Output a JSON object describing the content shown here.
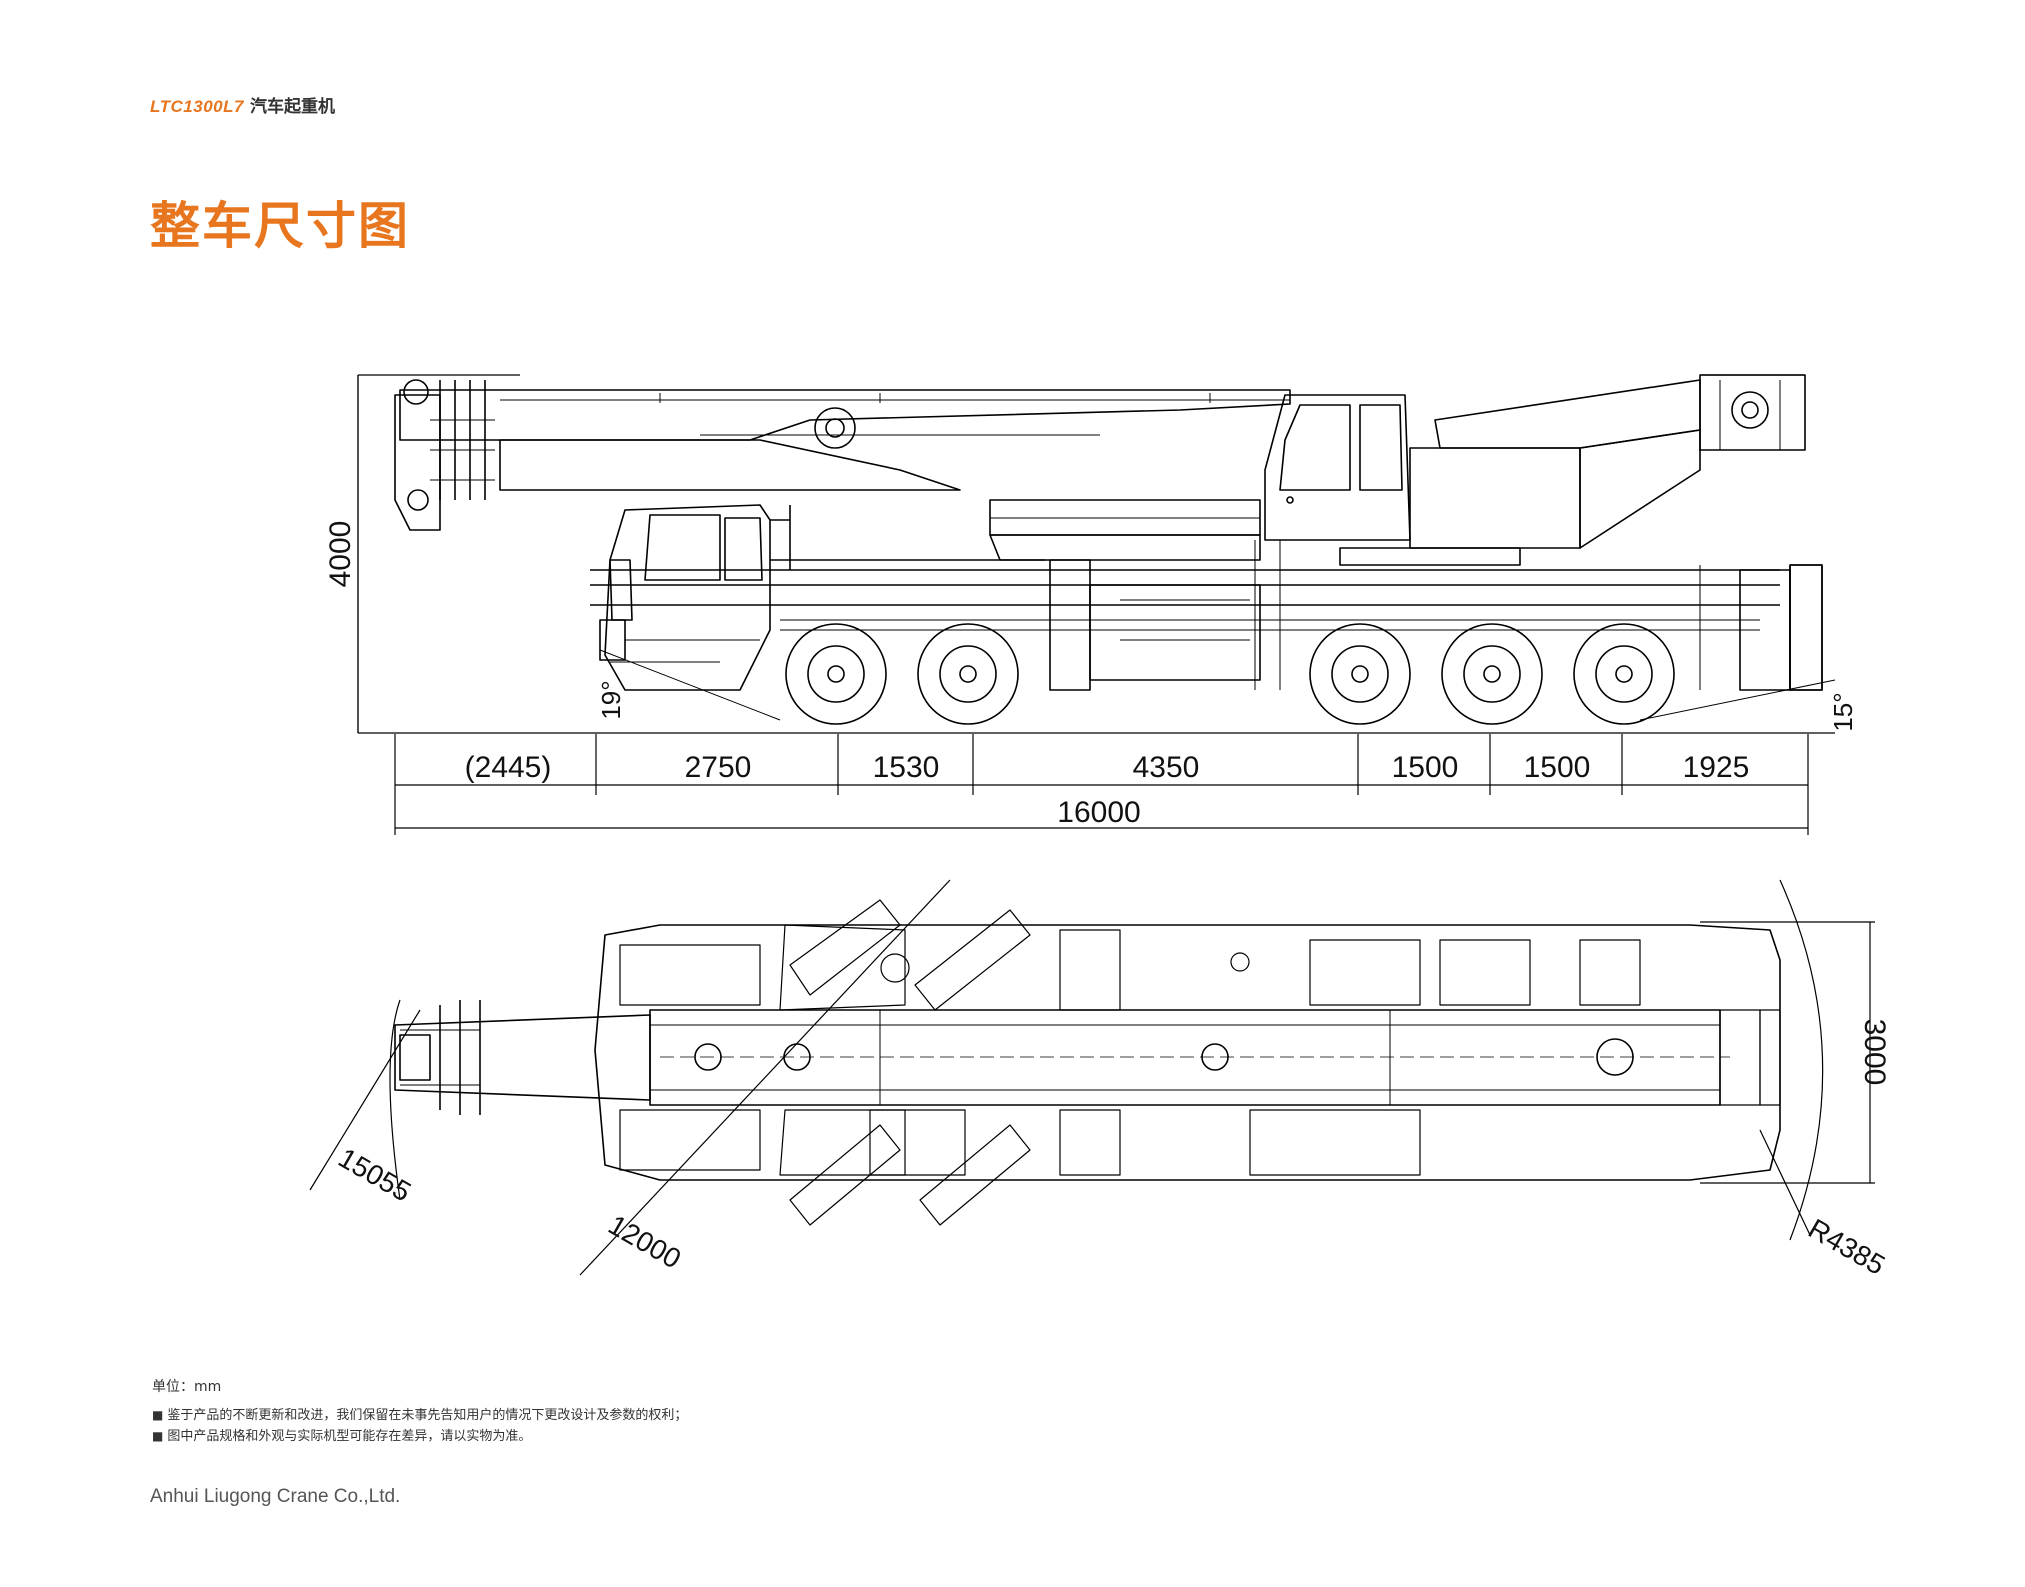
{
  "header": {
    "model": "LTC1300L7",
    "name": "汽车起重机"
  },
  "title": "整车尺寸图",
  "side_view": {
    "height_label": "4000",
    "approach_angle": "19°",
    "departure_angle": "15°",
    "segments": [
      "(2445)",
      "2750",
      "1530",
      "4350",
      "1500",
      "1500",
      "1925"
    ],
    "total_length": "16000"
  },
  "top_view": {
    "width_label": "3000",
    "radius_boom": "15055",
    "radius_front": "12000",
    "radius_rear": "R4385"
  },
  "notes": {
    "unit": "单位：mm",
    "items": [
      "鉴于产品的不断更新和改进，我们保留在未事先告知用户的情况下更改设计及参数的权利；",
      "图中产品规格和外观与实际机型可能存在差异，请以实物为准。"
    ]
  },
  "company": "Anhui Liugong Crane Co.,Ltd."
}
